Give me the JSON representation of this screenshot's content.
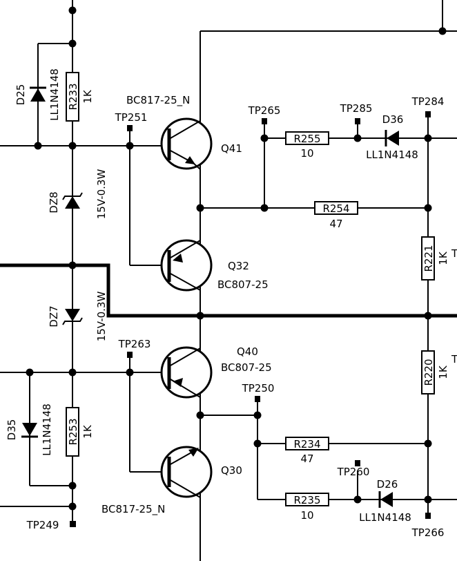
{
  "transistors": {
    "q41": {
      "ref": "Q41",
      "part": "BC817-25_N"
    },
    "q32": {
      "ref": "Q32",
      "part": "BC807-25"
    },
    "q40": {
      "ref": "Q40",
      "part": "BC807-25"
    },
    "q30": {
      "ref": "Q30",
      "part": "BC817-25_N"
    }
  },
  "resistors": {
    "r233": {
      "ref": "R233",
      "value": "1K"
    },
    "r253": {
      "ref": "R253",
      "value": "1K"
    },
    "r255": {
      "ref": "R255",
      "value": "10"
    },
    "r254": {
      "ref": "R254",
      "value": "47"
    },
    "r234": {
      "ref": "R234",
      "value": "47"
    },
    "r235": {
      "ref": "R235",
      "value": "10"
    },
    "r221": {
      "ref": "R221",
      "value": "1K"
    },
    "r220": {
      "ref": "R220",
      "value": "1K"
    }
  },
  "diodes": {
    "d25": {
      "ref": "D25",
      "part": "LL1N4148"
    },
    "d35": {
      "ref": "D35",
      "part": "LL1N4148"
    },
    "d36": {
      "ref": "D36",
      "part": "LL1N4148"
    },
    "d26": {
      "ref": "D26",
      "part": "LL1N4148"
    },
    "dz8": {
      "ref": "DZ8",
      "part": "15V-0.3W"
    },
    "dz7": {
      "ref": "DZ7",
      "part": "15V-0.3W"
    }
  },
  "test_points": {
    "tp251": "TP251",
    "tp263": "TP263",
    "tp265": "TP265",
    "tp285": "TP285",
    "tp284": "TP284",
    "tp250": "TP250",
    "tp260": "TP260",
    "tp266": "TP266",
    "tp249": "TP249"
  },
  "clipped_label": "T"
}
